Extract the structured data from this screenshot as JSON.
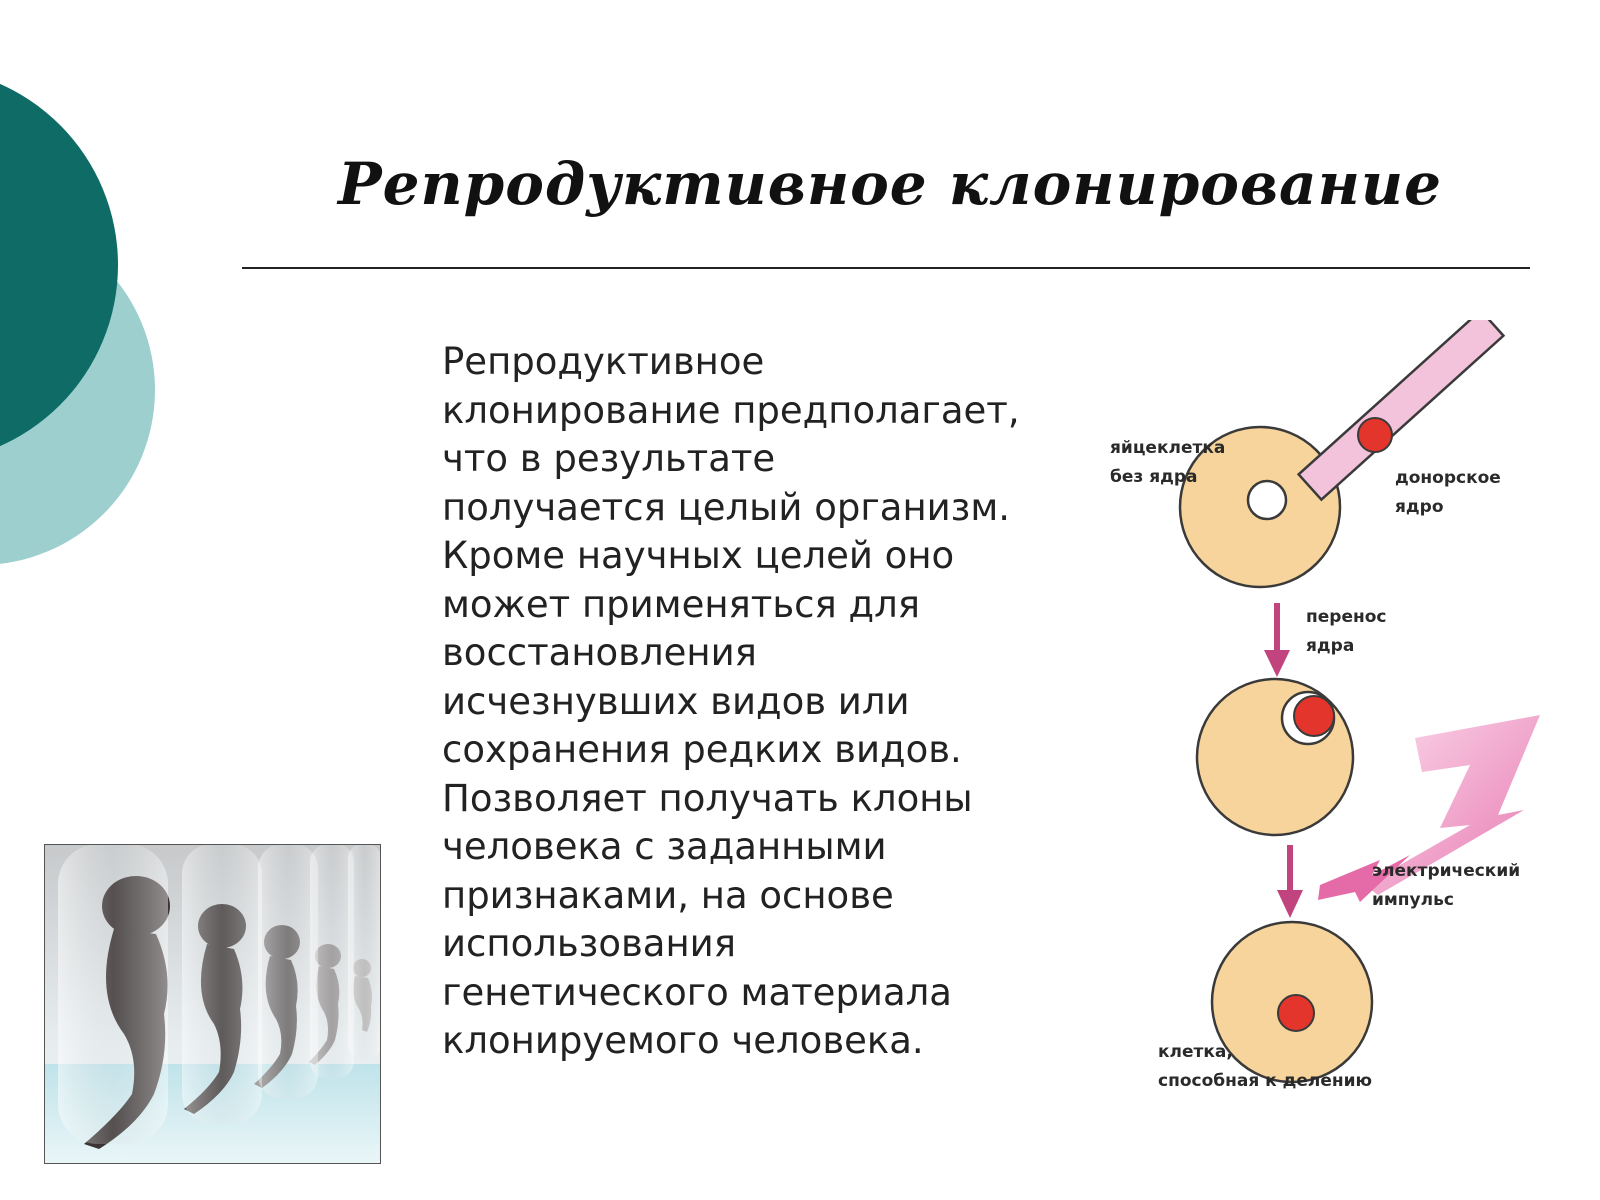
{
  "slide": {
    "title": "Репродуктивное клонирование",
    "body_lines": [
      "Репродуктивное",
      "клонирование предполагает,",
      "что в результате",
      "получается целый организм.",
      "Кроме научных целей оно",
      "может применяться для",
      "восстановления",
      "исчезнувших видов или",
      "сохранения редких видов.",
      "Позволяет получать клоны",
      "человека с заданными",
      "признаками, на основе",
      "использования",
      "генетического материала",
      "клонируемого человека."
    ]
  },
  "diagram": {
    "labels": {
      "egg_line1": "яйцеклетка",
      "egg_line2": "без ядра",
      "donor_line1": "донорское",
      "donor_line2": "ядро",
      "transfer_line1": "перенос",
      "transfer_line2": "ядра",
      "impulse_line1": "электрический",
      "impulse_line2": "импульс",
      "cell_line1": "клетка,",
      "cell_line2": "способная к делению"
    }
  },
  "colors": {
    "dark_teal": "#0e6b66",
    "light_teal": "#9ecfcf",
    "cell_fill": "#f7d49b",
    "cell_stroke": "#3a3a3a",
    "nucleus_red": "#e3352b",
    "pipette_pink": "#f3c3dc",
    "arrow_magenta": "#c2447e",
    "lightning_pink": "#f29ac6"
  },
  "icons": {
    "photo": "embryos-in-test-tubes-photo"
  }
}
